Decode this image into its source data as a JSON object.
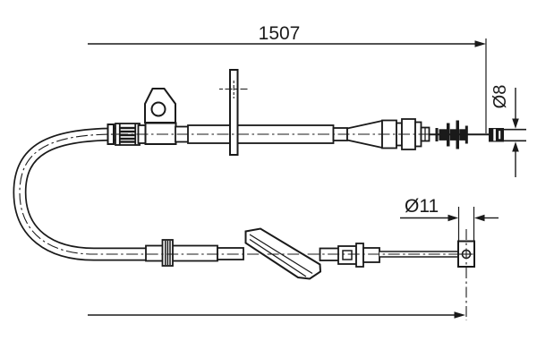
{
  "drawing": {
    "description_visible_text_only": true,
    "dimensions": {
      "length": "1507",
      "diameter_small": "Ø8",
      "diameter_large": "Ø11"
    },
    "colors": {
      "line": "#1a1a1a",
      "background": "#ffffff"
    }
  }
}
